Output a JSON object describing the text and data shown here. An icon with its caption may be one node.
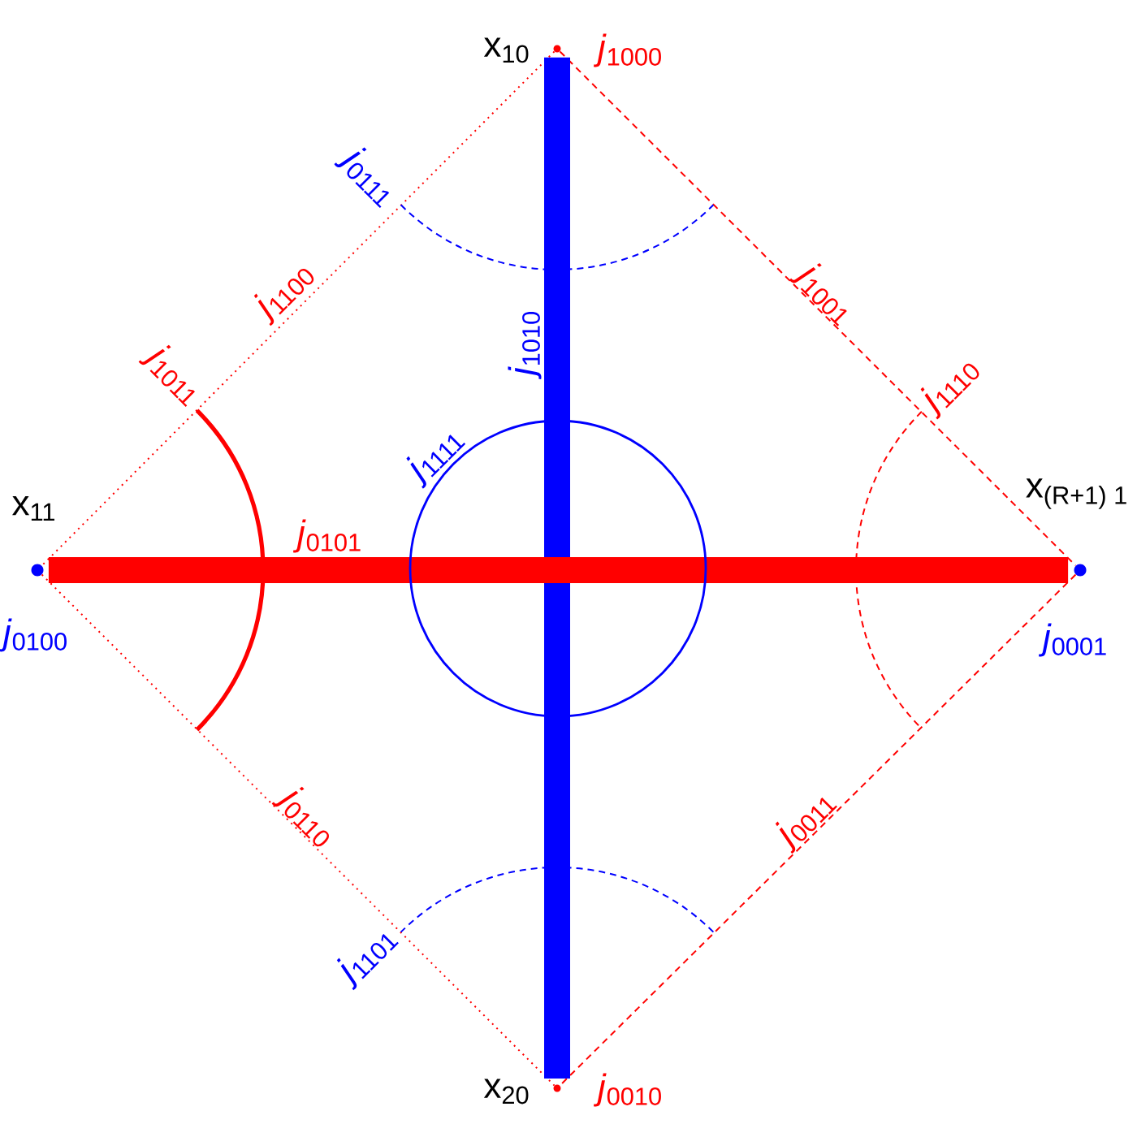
{
  "diagram": {
    "nodes": [
      {
        "text": [],
        "shape": "circle",
        "beside": [
          "x$_{10}$",
          "*j*$_{1000}$"
        ]
      },
      {
        "text": [],
        "shape": "circle",
        "beside": [
          "x$_{11}$",
          "*j*$_{0100}$"
        ]
      },
      {
        "text": [],
        "shape": "circle",
        "beside": [
          "x$_{(R+1) 1}$",
          "*j*$_{0001}$"
        ]
      },
      {
        "text": [],
        "shape": "circle",
        "beside": [
          "x$_{20}$",
          "*j*$_{0010}$"
        ]
      }
    ],
    "edges": [
      {
        "from": 0,
        "to": 1,
        "arrow": "none",
        "style": "dashed",
        "label": "*j*$_{1100}$"
      },
      {
        "from": 0,
        "to": 2,
        "arrow": "none",
        "style": "dashed",
        "label": "*j*$_{1001}$"
      },
      {
        "from": 0,
        "to": 3,
        "arrow": "none",
        "style": "thick",
        "color": "#0000ff",
        "label": "*j*$_{1010}$"
      },
      {
        "from": 1,
        "to": 2,
        "arrow": "none",
        "style": "thick",
        "label": "*j*$_{0101}$"
      },
      {
        "from": 1,
        "to": 3,
        "arrow": "none",
        "style": "dashed",
        "label": "*j*$_{0110}$"
      },
      {
        "from": 2,
        "to": 3,
        "arrow": "none",
        "style": "dashed",
        "label": "*j*$_{0011}$"
      }
    ],
    "labels": [
      "*j*$_{0111}$",
      "*j*$_{1011}$",
      "*j*$_{1110}$",
      "*j*$_{1111}$",
      "*j*$_{1101}$"
    ]
  }
}
